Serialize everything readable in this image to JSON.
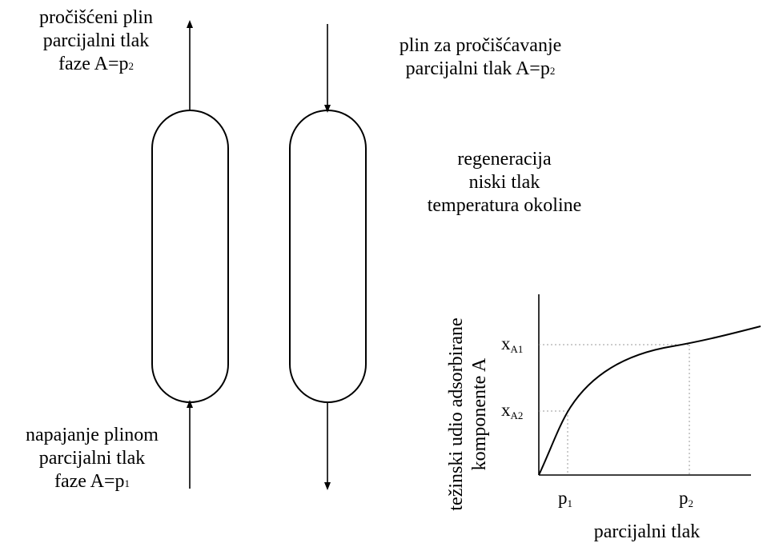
{
  "left_column": {
    "outlet_label": {
      "line1": "pročišćeni plin",
      "line2": "parcijalni tlak",
      "line3_prefix": "faze A=p",
      "line3_sub": "2"
    },
    "feed_label": {
      "line1": "napajanje plinom",
      "line2": "parcijalni tlak",
      "line3_prefix": "faze A=p",
      "line3_sub": "1"
    }
  },
  "right_column": {
    "purge_label": {
      "line1": "plin za pročišćavanje",
      "line2_prefix": "parcijalni tlak A=p",
      "line2_sub": "2"
    },
    "regeneration_label": {
      "line1": "regeneracija",
      "line2": "niski tlak",
      "line3": "temperatura okoline"
    }
  },
  "isotherm": {
    "ylabel_line1": "težinski udio adsorbirane",
    "ylabel_line2": "komponente A",
    "xlabel": "parcijalni tlak",
    "x_ticks": [
      {
        "main": "p",
        "sub": "1"
      },
      {
        "main": "p",
        "sub": "2"
      }
    ],
    "y_ticks": [
      {
        "main": "x",
        "sub": "A1"
      },
      {
        "main": "x",
        "sub": "A2"
      }
    ]
  }
}
